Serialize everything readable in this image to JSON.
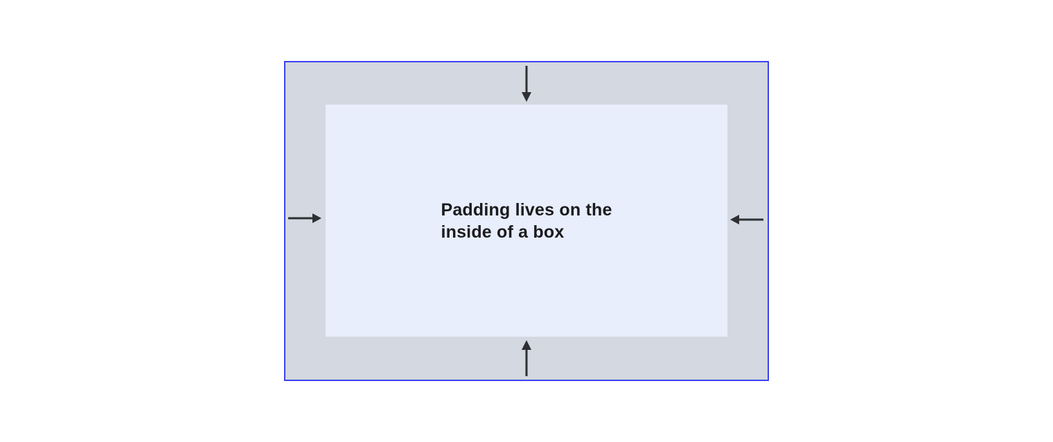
{
  "page": {
    "background_color": "#ffffff"
  },
  "diagram": {
    "title": "padding-box-model-illustration",
    "caption": {
      "line1": "Padding lives on the",
      "line2": "inside of a box"
    },
    "colors": {
      "outer_border": "#3b42ee",
      "padding_area": "#d3d8e1",
      "content_box": "#e8eefb",
      "arrow": "#2e2f33",
      "caption_text": "#1b1b1e"
    },
    "arrows": [
      {
        "side": "top",
        "direction": "down",
        "icon": "arrow-down-icon"
      },
      {
        "side": "right",
        "direction": "left",
        "icon": "arrow-left-icon"
      },
      {
        "side": "bottom",
        "direction": "up",
        "icon": "arrow-up-icon"
      },
      {
        "side": "left",
        "direction": "right",
        "icon": "arrow-right-icon"
      }
    ]
  }
}
